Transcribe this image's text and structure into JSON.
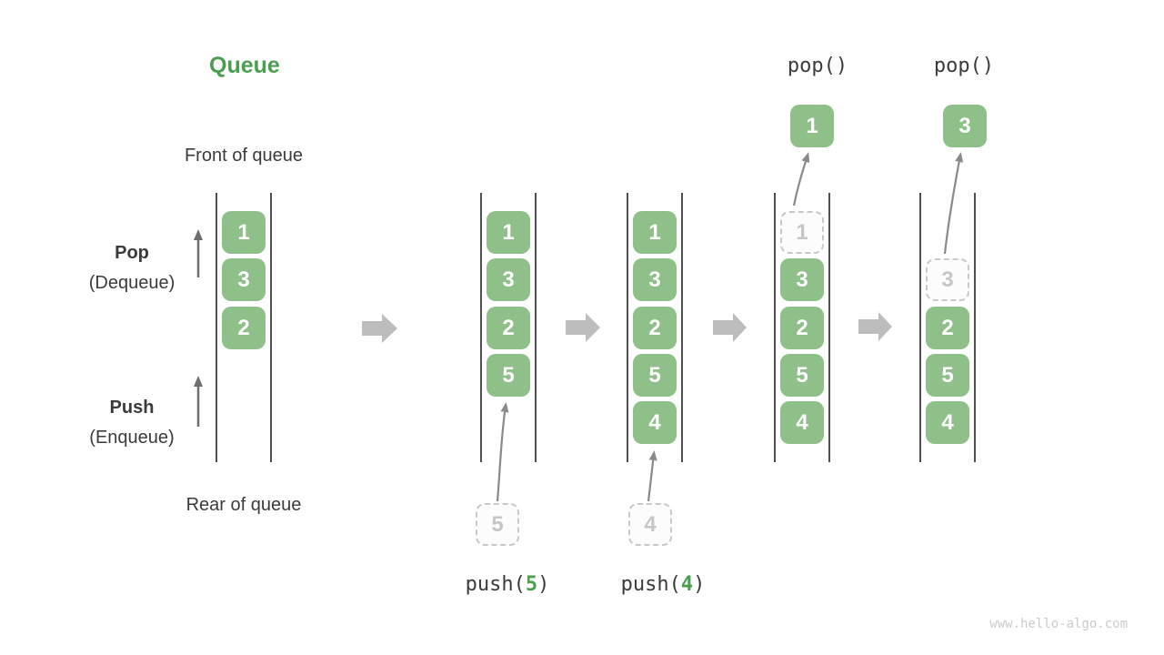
{
  "title": "Queue",
  "labels": {
    "front_of_queue": "Front of queue",
    "rear_of_queue": "Rear of queue",
    "pop": "Pop",
    "pop_sub": "(Dequeue)",
    "push": "Push",
    "push_sub": "(Enqueue)"
  },
  "columns": [
    {
      "slots": [
        {
          "v": "1",
          "t": "filled"
        },
        {
          "v": "3",
          "t": "filled"
        },
        {
          "v": "2",
          "t": "filled"
        }
      ]
    },
    {
      "slots": [
        {
          "v": "1",
          "t": "filled"
        },
        {
          "v": "3",
          "t": "filled"
        },
        {
          "v": "2",
          "t": "filled"
        },
        {
          "v": "5",
          "t": "filled"
        }
      ]
    },
    {
      "slots": [
        {
          "v": "1",
          "t": "filled"
        },
        {
          "v": "3",
          "t": "filled"
        },
        {
          "v": "2",
          "t": "filled"
        },
        {
          "v": "5",
          "t": "filled"
        },
        {
          "v": "4",
          "t": "filled"
        }
      ]
    },
    {
      "slots": [
        {
          "v": "1",
          "t": "dashed"
        },
        {
          "v": "3",
          "t": "filled"
        },
        {
          "v": "2",
          "t": "filled"
        },
        {
          "v": "5",
          "t": "filled"
        },
        {
          "v": "4",
          "t": "filled"
        }
      ]
    },
    {
      "empty_top_slots": 1,
      "slots": [
        {
          "v": "3",
          "t": "dashed"
        },
        {
          "v": "2",
          "t": "filled"
        },
        {
          "v": "5",
          "t": "filled"
        },
        {
          "v": "4",
          "t": "filled"
        }
      ]
    }
  ],
  "pop_events": [
    {
      "label": "pop()",
      "value": "1"
    },
    {
      "label": "pop()",
      "value": "3"
    }
  ],
  "push_events": [
    {
      "fn": "push(",
      "arg": "5",
      "close": ")",
      "value": "5"
    },
    {
      "fn": "push(",
      "arg": "4",
      "close": ")",
      "value": "4"
    }
  ],
  "colors": {
    "element_green": "#8FC08A",
    "title_green": "#4A9E4F",
    "text_dark": "#3B3B3B",
    "dashed_border": "#C9C9C9",
    "flow_arrow_gray": "#BDBDBD",
    "queue_line": "#505050"
  },
  "watermark": "www.hello-algo.com"
}
